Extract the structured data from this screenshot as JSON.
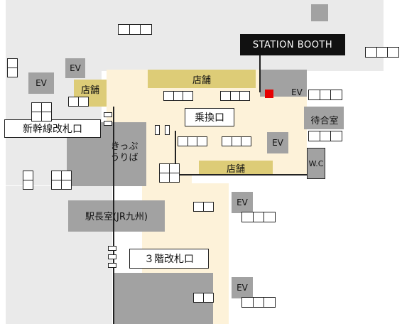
{
  "labels": {
    "station_booth": "STATION BOOTH",
    "shop_top": "店舗",
    "shop_left": "店舗",
    "shop_bottom": "店舗",
    "shinkansen_gate": "新幹線改札口",
    "transfer_gate": "乗換口",
    "ticket_office": "きっぷ\nうりば",
    "waiting_room": "待合室",
    "wc": "W.C",
    "station_master": "駅長室(JR九州)",
    "third_floor_gate": "３階改札口",
    "ev": "EV"
  },
  "colors": {
    "background": "#ffffff",
    "outer_area": "#eaeaea",
    "rooms": "#a2a2a2",
    "concourse": "#fdf2d9",
    "shops": "#ddcc77",
    "booth": "#111111",
    "booth_marker": "#e60000"
  }
}
